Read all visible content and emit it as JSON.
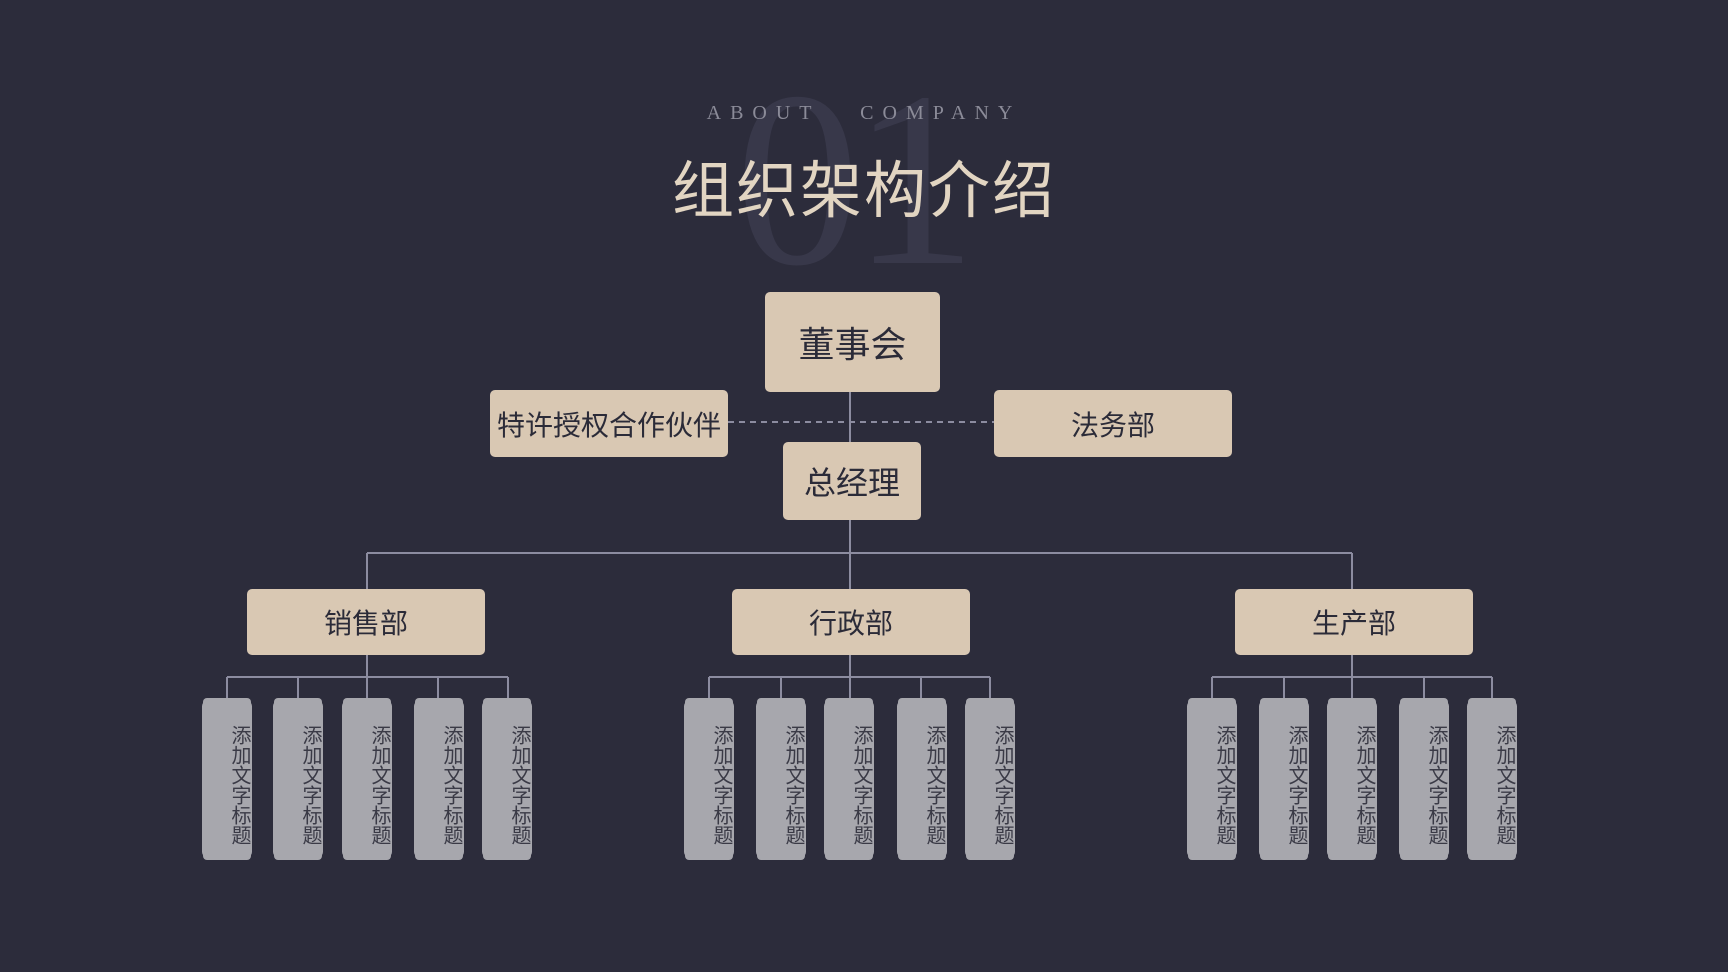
{
  "header": {
    "background_number": "01",
    "subtitle": "ABOUT COMPANY",
    "title": "组织架构介绍"
  },
  "org": {
    "board": "董事会",
    "partner": "特许授权合作伙伴",
    "legal": "法务部",
    "gm": "总经理",
    "departments": [
      {
        "label": "销售部",
        "items": [
          "添加文字标题",
          "添加文字标题",
          "添加文字标题",
          "添加文字标题",
          "添加文字标题"
        ]
      },
      {
        "label": "行政部",
        "items": [
          "添加文字标题",
          "添加文字标题",
          "添加文字标题",
          "添加文字标题",
          "添加文字标题"
        ]
      },
      {
        "label": "生产部",
        "items": [
          "添加文字标题",
          "添加文字标题",
          "添加文字标题",
          "添加文字标题",
          "添加文字标题"
        ]
      }
    ]
  },
  "colors": {
    "background": "#2c2c3b",
    "box_fill": "#d9c8b3",
    "leaf_fill": "#a7a7ad",
    "title": "#e2d5c2",
    "connector": "#8c8ca0"
  }
}
